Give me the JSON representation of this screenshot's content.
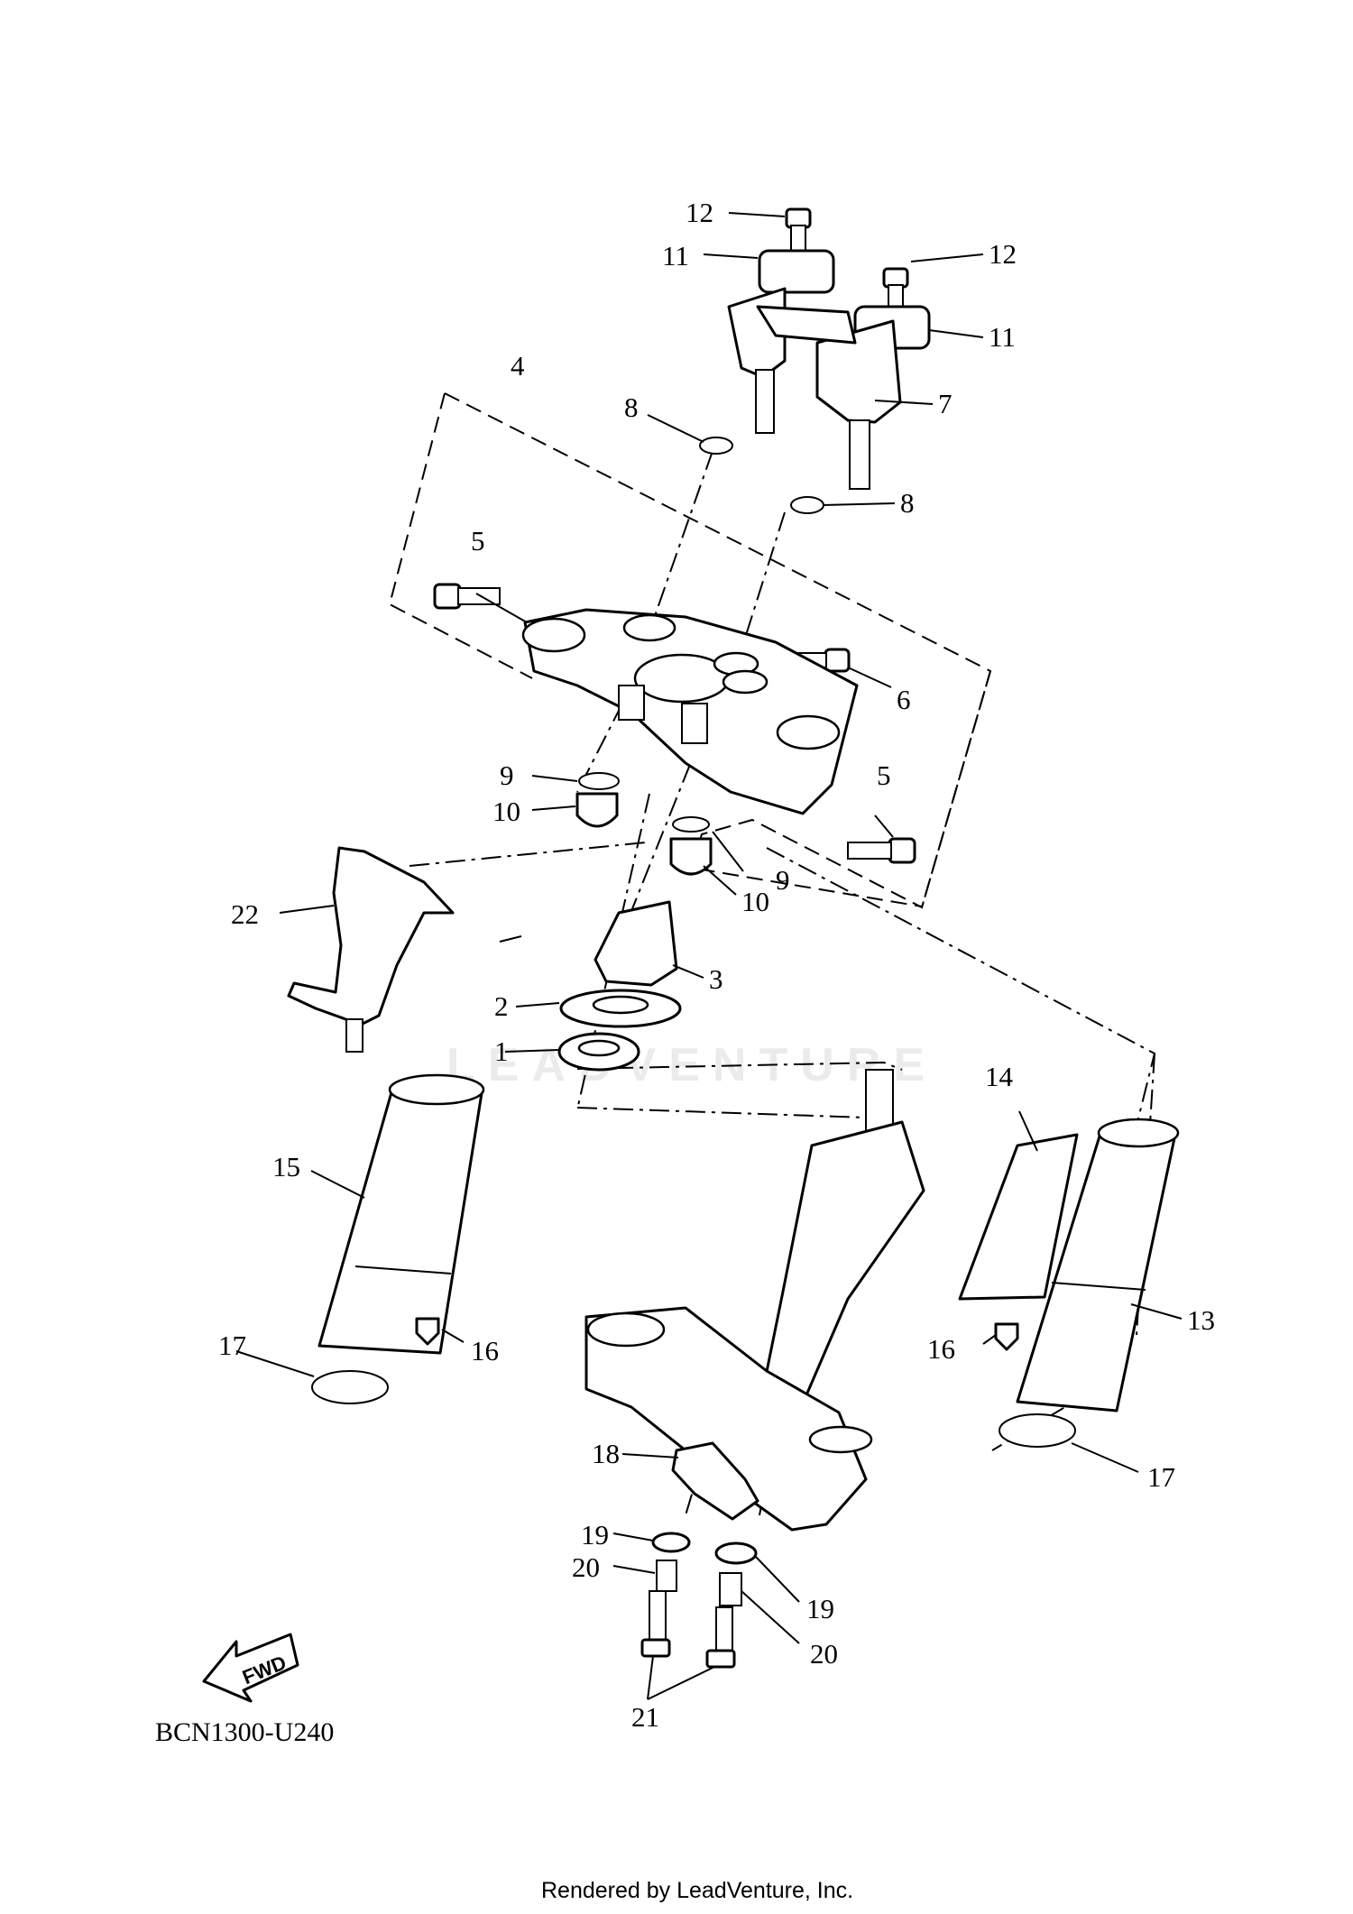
{
  "diagram": {
    "callouts": {
      "c1": "1",
      "c2": "2",
      "c3": "3",
      "c4": "4",
      "c5a": "5",
      "c5b": "5",
      "c6": "6",
      "c7": "7",
      "c8a": "8",
      "c8b": "8",
      "c9a": "9",
      "c9b": "9",
      "c10a": "10",
      "c10b": "10",
      "c11a": "11",
      "c11b": "11",
      "c12a": "12",
      "c12b": "12",
      "c13": "13",
      "c14": "14",
      "c15": "15",
      "c16a": "16",
      "c16b": "16",
      "c17a": "17",
      "c17b": "17",
      "c18": "18",
      "c19a": "19",
      "c19b": "19",
      "c20a": "20",
      "c20b": "20",
      "c21": "21",
      "c22": "22"
    },
    "fwd_label": "FWD",
    "code": "BCN1300-U240",
    "watermark": "LEADVENTURE"
  },
  "footer": {
    "credit": "Rendered by LeadVenture, Inc."
  }
}
